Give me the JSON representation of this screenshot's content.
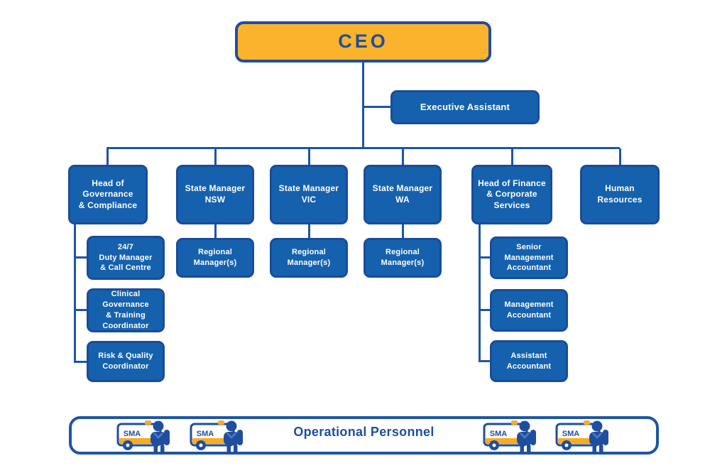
{
  "colors": {
    "node_fill": "#1561AD",
    "node_border": "#1A4C99",
    "connector": "#1E55A6",
    "ceo_fill": "#FBB32D",
    "dark_blue_text": "#1F4E9E",
    "icon_navy": "#1F4E9E",
    "icon_accent": "#4E7FC4",
    "icon_yellow": "#F9AB21"
  },
  "org": {
    "ceo": "CEO",
    "executive_assistant": "Executive Assistant",
    "level2": {
      "governance": "Head of\nGovernance\n& Compliance",
      "state_nsw": "State Manager\nNSW",
      "state_vic": "State Manager\nVIC",
      "state_wa": "State Manager\nWA",
      "finance": "Head of Finance\n& Corporate\nServices",
      "hr": "Human\nResources"
    },
    "governance_reports": {
      "duty_manager": "24/7\nDuty Manager\n& Call Centre",
      "clinical": "Clinical Governance\n& Training\nCoordinator",
      "risk_quality": "Risk & Quality\nCoordinator"
    },
    "regional_managers": {
      "nsw": "Regional Manager(s)",
      "vic": "Regional Manager(s)",
      "wa": "Regional Manager(s)"
    },
    "finance_reports": {
      "senior_accountant": "Senior\nManagement\nAccountant",
      "management_accountant": "Management\nAccountant",
      "assistant_accountant": "Assistant\nAccountant"
    },
    "banner": {
      "label": "Operational Personnel",
      "vehicle_label": "SMA"
    }
  }
}
